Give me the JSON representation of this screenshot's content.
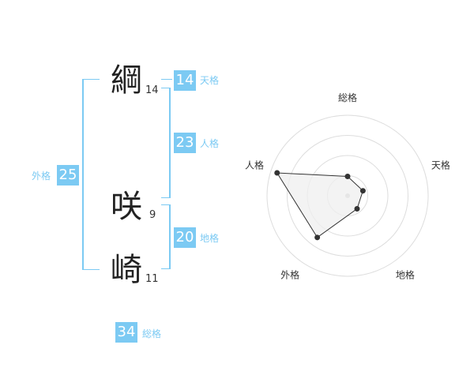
{
  "name": {
    "chars": [
      {
        "char": "綱",
        "strokes": "14"
      },
      {
        "char": "咲",
        "strokes": "9"
      },
      {
        "char": "崎",
        "strokes": "11"
      }
    ]
  },
  "fortune": {
    "tenkaku": {
      "value": "14",
      "label": "天格"
    },
    "jinkaku": {
      "value": "23",
      "label": "人格"
    },
    "chikaku": {
      "value": "20",
      "label": "地格"
    },
    "gaikaku": {
      "value": "25",
      "label": "外格"
    },
    "soukaku": {
      "value": "34",
      "label": "総格"
    }
  },
  "colors": {
    "accent": "#7ccaf3",
    "text": "#222222",
    "radar_fill": "#efefef"
  },
  "chart_data": {
    "type": "radar",
    "axes": [
      "総格",
      "天格",
      "地格",
      "外格",
      "人格"
    ],
    "values": [
      1.2,
      1,
      1,
      3.2,
      4.6
    ],
    "rmax": 5,
    "rings": 4,
    "grid": true
  }
}
